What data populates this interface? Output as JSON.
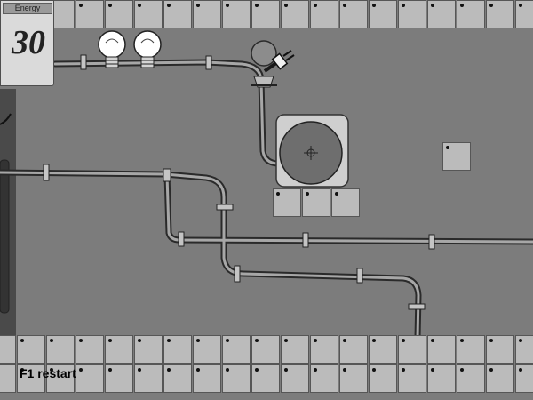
{
  "hud": {
    "energy_label": "Energy",
    "energy_value": "30",
    "restart_hint": "F1 restart"
  },
  "scene": {
    "bulbs": [
      {
        "name": "bulb-1",
        "state": "lit"
      },
      {
        "name": "bulb-2",
        "state": "lit"
      }
    ],
    "socket_bulb_state": "unlit",
    "fan": {
      "state": "idle"
    }
  },
  "colors": {
    "background": "#7c7c7c",
    "tile": "#bbbbbb",
    "tile_border": "#565656",
    "pipe": "#a7a7a7",
    "pipe_outline": "#2a2a2a",
    "panel": "#dadada",
    "fan_housing": "#cfcfcf",
    "fan_disc": "#6e6e6e",
    "bulb_glass": "#ffffff",
    "dark_machine": "#3e3e3e"
  },
  "icons": [
    "light-bulb-icon",
    "plug-icon",
    "fan-icon",
    "energy-counter"
  ]
}
